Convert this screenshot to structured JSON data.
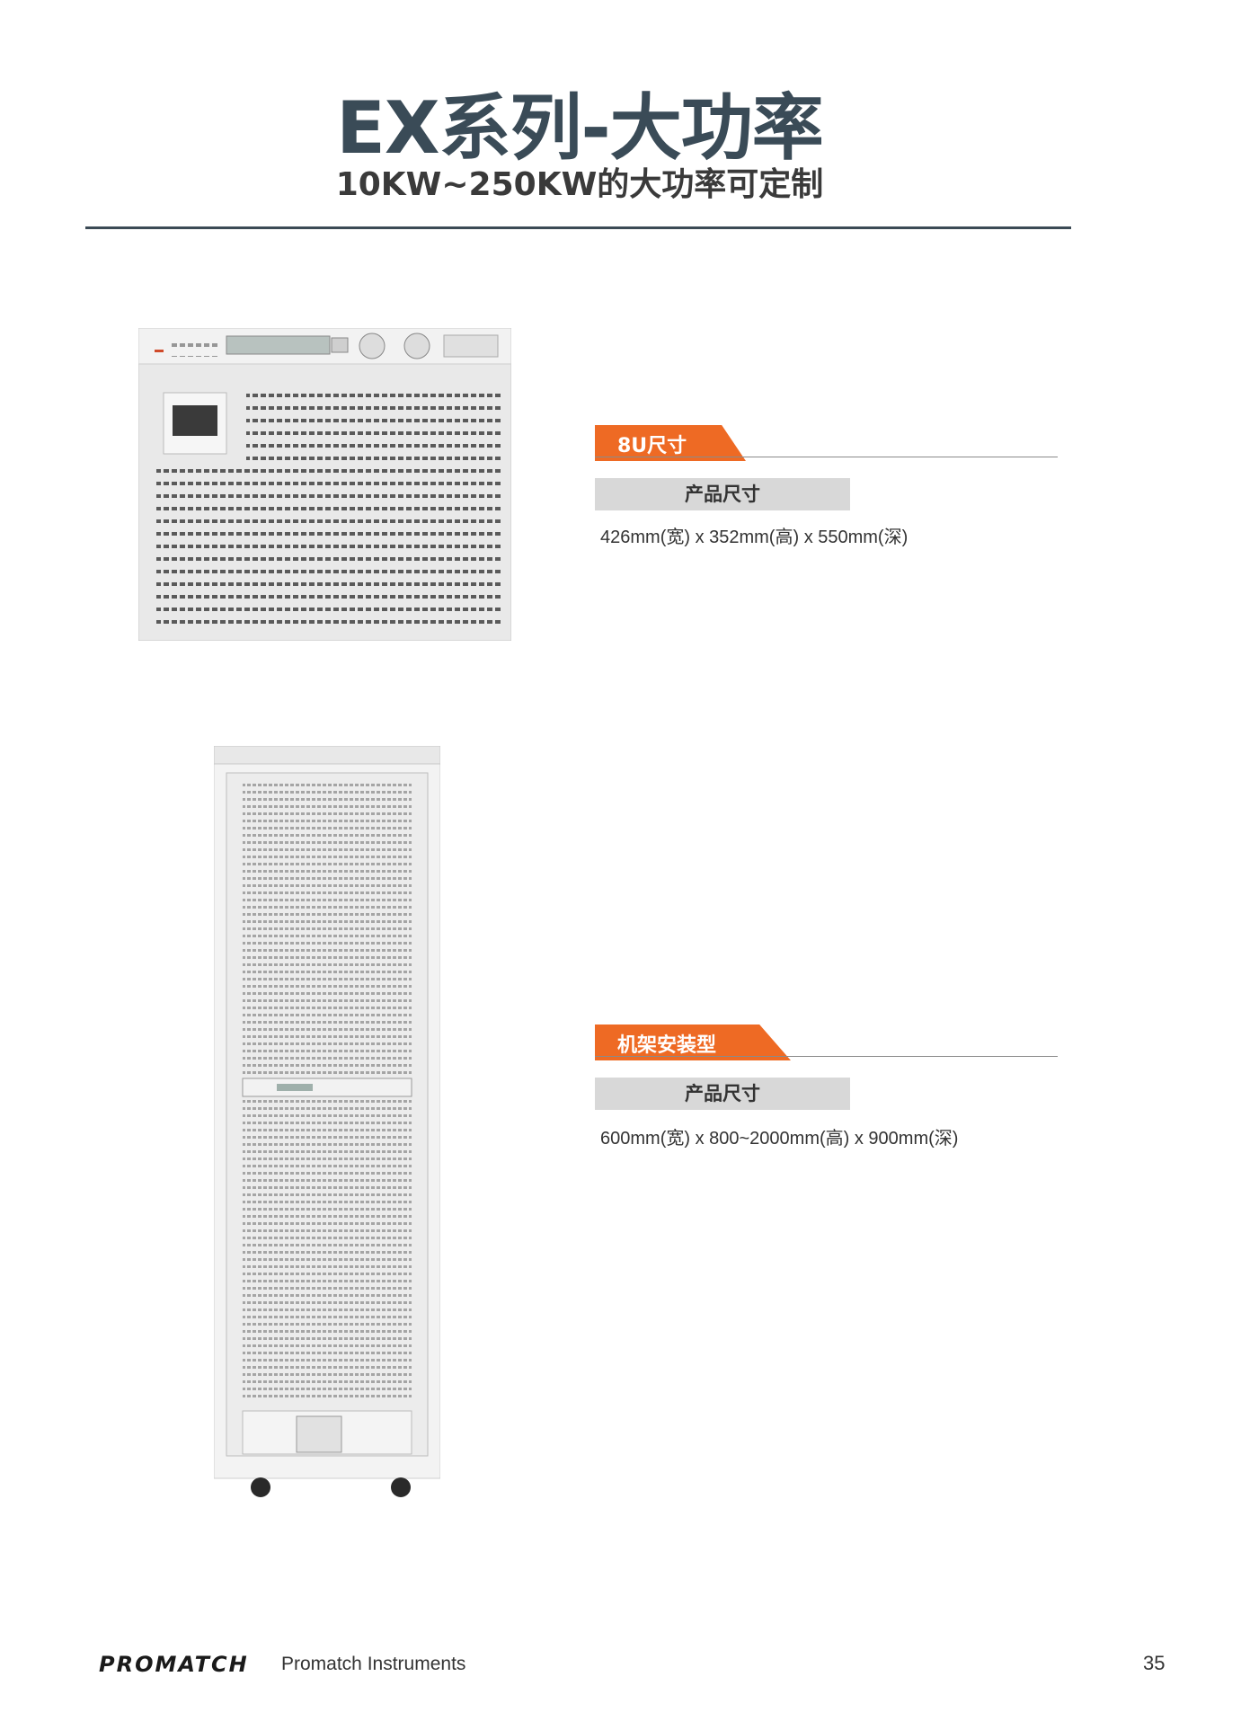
{
  "header": {
    "title": "EX系列-大功率",
    "subtitle": "10KW~250KW的大功率可定制"
  },
  "sections": [
    {
      "tag": "8U尺寸",
      "spec_label": "产品尺寸",
      "dimensions": "426mm(宽) x 352mm(高) x 550mm(深)"
    },
    {
      "tag": "机架安装型",
      "spec_label": "产品尺寸",
      "dimensions": "600mm(宽) x 800~2000mm(高) x 900mm(深)"
    }
  ],
  "footer": {
    "brand": "PROMATCH",
    "company": "Promatch Instruments",
    "page_number": "35"
  },
  "colors": {
    "accent": "#ee6a24",
    "title": "#3a4b57",
    "rule": "#3b4a55"
  }
}
